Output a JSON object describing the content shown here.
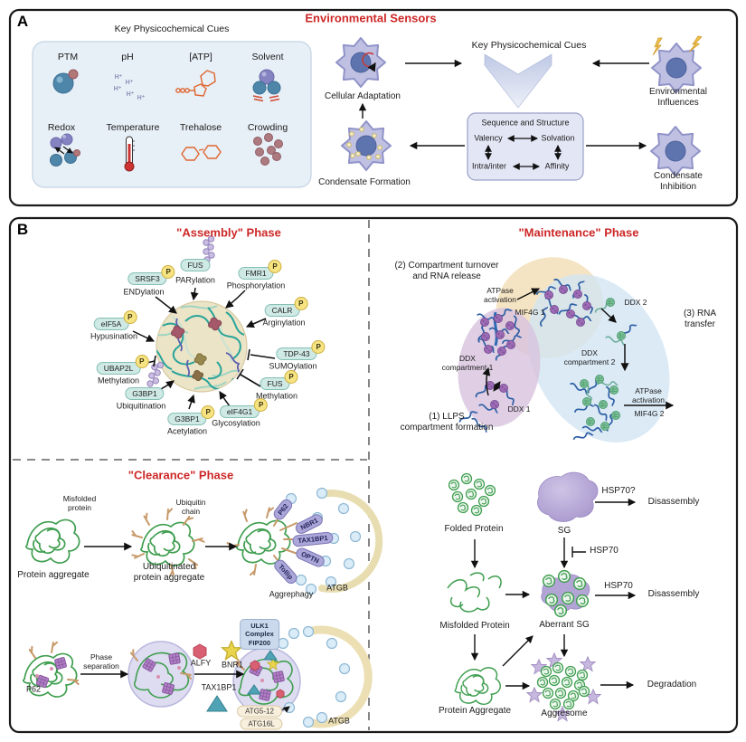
{
  "shared": {
    "p": "P"
  },
  "colors": {
    "title_red": "#cd2727",
    "condensate_fill": "#ece4c6",
    "protein_oval": "#cfe9e5",
    "purple_cell": "#c0c1e2",
    "crescent": "#e8ddb0"
  },
  "panelA": {
    "label": "A",
    "title": "Environmental Sensors",
    "cues": {
      "title": "Key Physicochemical Cues",
      "row1": [
        "PTM",
        "pH",
        "[ATP]",
        "Solvent"
      ],
      "row2": [
        "Redox",
        "Temperature",
        "Trehalose",
        "Crowding"
      ],
      "ph_ion": "H⁺"
    },
    "center_label": "Key Physicochemical Cues",
    "cellular_adaptation": "Cellular Adaptation",
    "condensate_formation": "Condensate Formation",
    "environmental_influences": "Environmental Influences",
    "condensate_inhibition": "Condensate Inhibition",
    "seq_box": {
      "title": "Sequence and Structure",
      "valency": "Valency",
      "solvation": "Solvation",
      "intra": "Intra/inter",
      "affinity": "Affinity"
    }
  },
  "panelB": {
    "label": "B",
    "assembly": {
      "title": "\"Assembly\" Phase",
      "items": [
        {
          "name": "SRSF3",
          "mod": "ENDylation"
        },
        {
          "name": "FUS",
          "mod": "PARylation"
        },
        {
          "name": "FMR1",
          "mod": "Phosphorylation"
        },
        {
          "name": "CALR",
          "mod": "Arginylation"
        },
        {
          "name": "TDP-43",
          "mod": "SUMOylation"
        },
        {
          "name": "FUS",
          "mod": "Methylation"
        },
        {
          "name": "eIF4G1",
          "mod": "Glycosylation"
        },
        {
          "name": "G3BP1",
          "mod": "Acetylation"
        },
        {
          "name": "G3BP1",
          "mod": "Ubiquitination"
        },
        {
          "name": "UBAP2L",
          "mod": "Methylation"
        },
        {
          "name": "eIF5A",
          "mod": "Hypusination"
        }
      ]
    },
    "maintenance": {
      "title": "\"Maintenance\" Phase",
      "step2": "(2) Compartment turnover\nand RNA release",
      "atpase1": "ATPase\nactivation",
      "mif4g1": "MIF4G 1",
      "ddx2": "DDX 2",
      "step3": "(3) RNA transfer",
      "ddx_comp1": "DDX\ncompartment 1",
      "ddx1": "DDX 1",
      "step1": "(1)  LLPS\ncompartment formation",
      "ddx_comp2": "DDX\ncompartment 2",
      "atpase2": "ATPase\nactivation",
      "mif4g2": "MIF4G 2"
    },
    "clearance": {
      "title": "\"Clearance\" Phase",
      "misfolded": "Misfolded\nprotein",
      "aggregate": "Protein aggregate",
      "ub_chain": "Ubiquitin\nchain",
      "ub_aggregate": "Ubiquitinated\nprotein aggregate",
      "receptors": [
        "P62",
        "NBR1",
        "TAX1BP1",
        "OPTN",
        "Tollip"
      ],
      "aggrephagy": "Aggrephagy",
      "atgb1": "ATGB",
      "p62": "P62",
      "phase_sep": "Phase\nseparation",
      "alfy": "ALFY",
      "bnr1": "BNR1",
      "tax1bp1": "TAX1BP1",
      "ulk1": "ULK1\nComplex\nFIP200",
      "atg512": "ATG5-12",
      "atg16l": "ATG16L",
      "atgb2": "ATGB"
    },
    "sg": {
      "folded": "Folded Protein",
      "sg": "SG",
      "hsp70q": "HSP70?",
      "disassembly1": "Disassembly",
      "hsp70a": "HSP70",
      "misfolded": "Misfolded Protein",
      "aberrant": "Aberrant SG",
      "hsp70b": "HSP70",
      "disassembly2": "Disassembly",
      "protein_aggregate": "Protein Aggregate",
      "aggresome": "Aggresome",
      "degradation": "Degradation"
    }
  }
}
